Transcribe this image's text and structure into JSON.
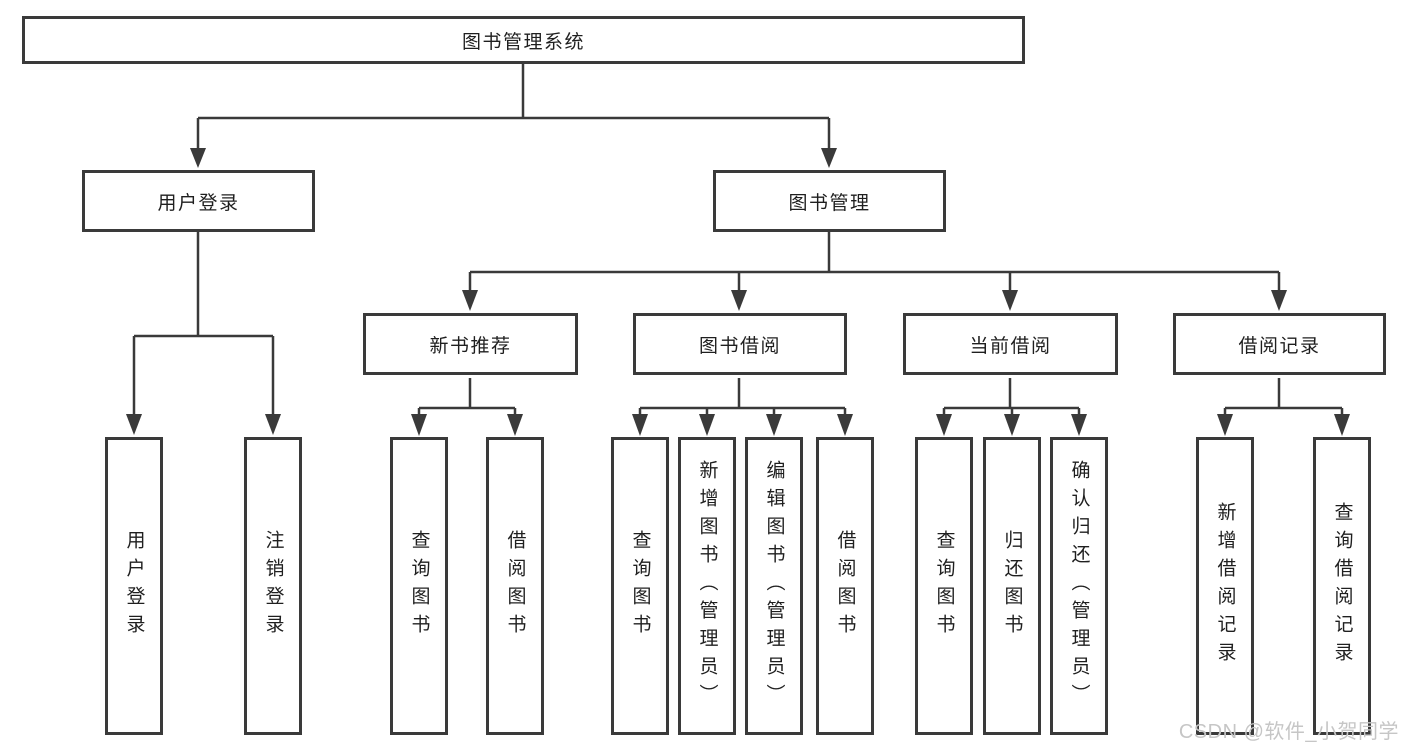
{
  "tree": {
    "label": "图书管理系统",
    "children": [
      {
        "label": "用户登录",
        "children": [
          {
            "label": "用户登录"
          },
          {
            "label": "注销登录"
          }
        ]
      },
      {
        "label": "图书管理",
        "children": [
          {
            "label": "新书推荐",
            "children": [
              {
                "label": "查询图书"
              },
              {
                "label": "借阅图书"
              }
            ]
          },
          {
            "label": "图书借阅",
            "children": [
              {
                "label": "查询图书"
              },
              {
                "label": "新增图书（管理员）"
              },
              {
                "label": "编辑图书（管理员）"
              },
              {
                "label": "借阅图书"
              }
            ]
          },
          {
            "label": "当前借阅",
            "children": [
              {
                "label": "查询图书"
              },
              {
                "label": "归还图书"
              },
              {
                "label": "确认归还（管理员）"
              }
            ]
          },
          {
            "label": "借阅记录",
            "children": [
              {
                "label": "新增借阅记录"
              },
              {
                "label": "查询借阅记录"
              }
            ]
          }
        ]
      }
    ]
  },
  "watermark": {
    "text": "CSDN @软件_小贺同学"
  },
  "colors": {
    "line": "#3a3a3a",
    "text": "#1f1f1f",
    "box_background": "#ffffff",
    "page_background": "#ffffff",
    "watermark": "#c6c6c6"
  }
}
